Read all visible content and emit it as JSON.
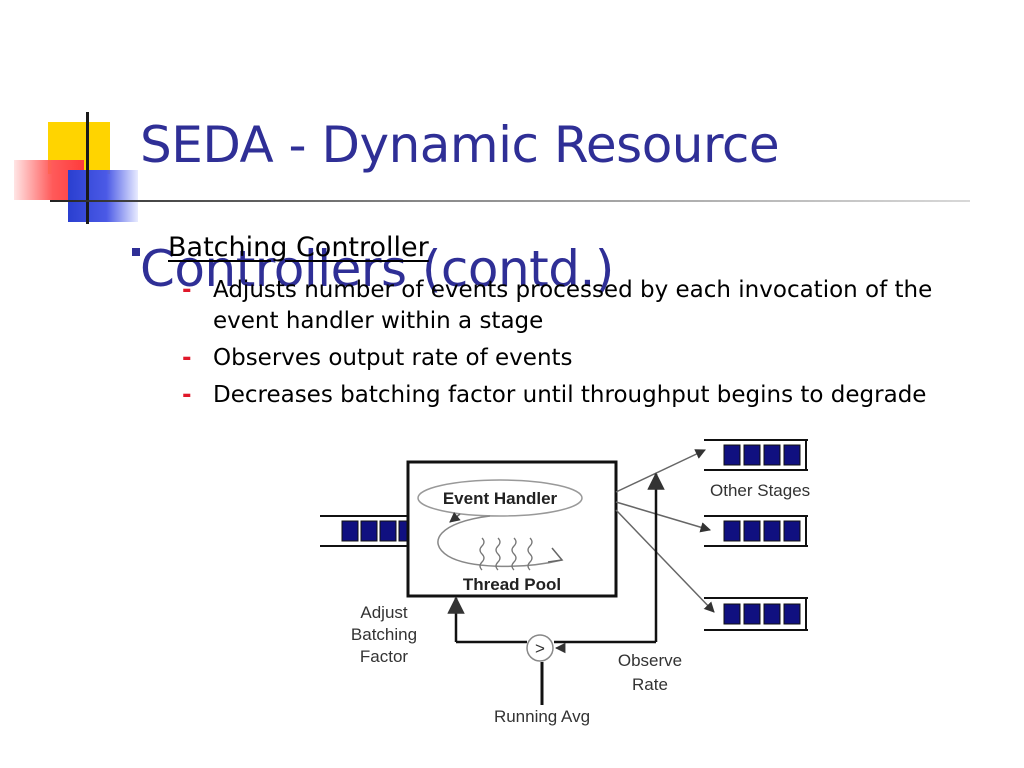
{
  "slide": {
    "title_line1": "SEDA - Dynamic Resource",
    "title_line2": "Controllers (contd.)",
    "bullet": "Batching Controller",
    "subpoints": [
      "Adjusts number of events processed by each invocation of the event handler within a stage",
      "Observes output rate of events",
      "Decreases batching factor until throughput begins to degrade"
    ],
    "dash": "-"
  },
  "diagram": {
    "event_handler": "Event Handler",
    "thread_pool": "Thread Pool",
    "other_stages": "Other Stages",
    "adjust_line1": "Adjust",
    "adjust_line2": "Batching",
    "adjust_line3": "Factor",
    "observe_line1": "Observe",
    "observe_line2": "Rate",
    "running_avg": "Running Avg",
    "comparator": ">"
  },
  "colors": {
    "title": "#2f2f96",
    "dash": "#e0182a",
    "queue_fill": "#101080"
  }
}
